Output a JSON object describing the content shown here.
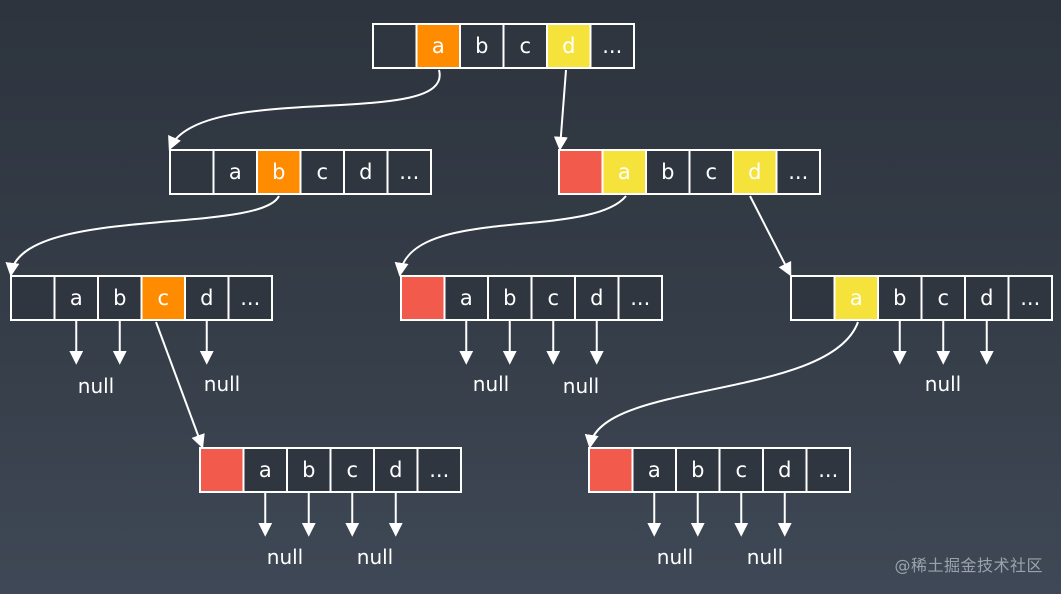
{
  "colors": {
    "background": "#333a45",
    "cell_border": "#ffffff",
    "cell_fill": "#2f3640",
    "orange": "#ff8c00",
    "yellow": "#f5e23a",
    "red": "#f25b4b",
    "arrow": "#ffffff"
  },
  "nodes": [
    {
      "id": "root",
      "cells": [
        {
          "label": "",
          "color": "none"
        },
        {
          "label": "a",
          "color": "orange"
        },
        {
          "label": "b",
          "color": "none"
        },
        {
          "label": "c",
          "color": "none"
        },
        {
          "label": "d",
          "color": "yellow"
        },
        {
          "label": "...",
          "color": "none"
        }
      ]
    },
    {
      "id": "node-a",
      "cells": [
        {
          "label": "",
          "color": "none"
        },
        {
          "label": "a",
          "color": "none"
        },
        {
          "label": "b",
          "color": "orange"
        },
        {
          "label": "c",
          "color": "none"
        },
        {
          "label": "d",
          "color": "none"
        },
        {
          "label": "...",
          "color": "none"
        }
      ]
    },
    {
      "id": "node-d",
      "cells": [
        {
          "label": "",
          "color": "red"
        },
        {
          "label": "a",
          "color": "yellow"
        },
        {
          "label": "b",
          "color": "none"
        },
        {
          "label": "c",
          "color": "none"
        },
        {
          "label": "d",
          "color": "yellow"
        },
        {
          "label": "...",
          "color": "none"
        }
      ]
    },
    {
      "id": "node-ab",
      "cells": [
        {
          "label": "",
          "color": "none"
        },
        {
          "label": "a",
          "color": "none"
        },
        {
          "label": "b",
          "color": "none"
        },
        {
          "label": "c",
          "color": "orange"
        },
        {
          "label": "d",
          "color": "none"
        },
        {
          "label": "...",
          "color": "none"
        }
      ]
    },
    {
      "id": "node-da",
      "cells": [
        {
          "label": "",
          "color": "red"
        },
        {
          "label": "a",
          "color": "none"
        },
        {
          "label": "b",
          "color": "none"
        },
        {
          "label": "c",
          "color": "none"
        },
        {
          "label": "d",
          "color": "none"
        },
        {
          "label": "...",
          "color": "none"
        }
      ]
    },
    {
      "id": "node-dd",
      "cells": [
        {
          "label": "",
          "color": "none"
        },
        {
          "label": "a",
          "color": "yellow"
        },
        {
          "label": "b",
          "color": "none"
        },
        {
          "label": "c",
          "color": "none"
        },
        {
          "label": "d",
          "color": "none"
        },
        {
          "label": "...",
          "color": "none"
        }
      ]
    },
    {
      "id": "node-abc",
      "cells": [
        {
          "label": "",
          "color": "red"
        },
        {
          "label": "a",
          "color": "none"
        },
        {
          "label": "b",
          "color": "none"
        },
        {
          "label": "c",
          "color": "none"
        },
        {
          "label": "d",
          "color": "none"
        },
        {
          "label": "...",
          "color": "none"
        }
      ]
    },
    {
      "id": "node-dda",
      "cells": [
        {
          "label": "",
          "color": "red"
        },
        {
          "label": "a",
          "color": "none"
        },
        {
          "label": "b",
          "color": "none"
        },
        {
          "label": "c",
          "color": "none"
        },
        {
          "label": "d",
          "color": "none"
        },
        {
          "label": "...",
          "color": "none"
        }
      ]
    }
  ],
  "null_label": "null",
  "watermark": "@稀土掘金技术社区"
}
